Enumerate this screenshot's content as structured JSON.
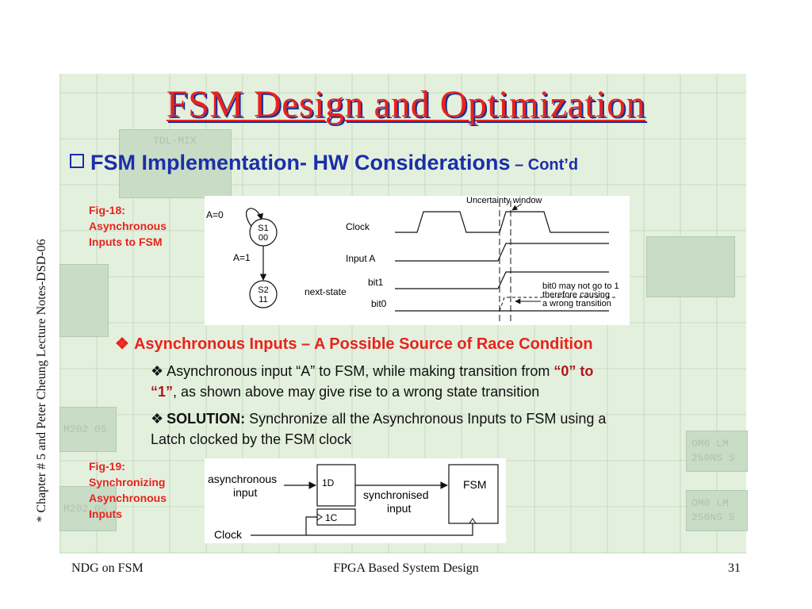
{
  "slide": {
    "title": "FSM Design and Optimization",
    "subtitle_main": "FSM Implementation- HW Considerations",
    "subtitle_suffix": " – Cont’d",
    "side_note": "* Chapter # 5 and Peter Cheung Lecture Notes-DSD-06",
    "footer_left": "NDG on FSM",
    "footer_center": "FPGA Based System Design",
    "footer_right": "31"
  },
  "fig18": {
    "label_lines": [
      "Fig-18:",
      "Asynchronous",
      "Inputs to FSM"
    ],
    "state_a0": "A=0",
    "state_a1": "A=1",
    "s1_name": "S1",
    "s1_code": "00",
    "s2_name": "S2",
    "s2_code": "11",
    "uncertainty": "Uncertainty window",
    "clock": "Clock",
    "input_a": "Input A",
    "next_state": "next-state",
    "bit1": "bit1",
    "bit0": "bit0",
    "note_line1": "bit0 may not go to 1",
    "note_line2": "therefore causing",
    "note_line3": "a wrong transition"
  },
  "bullets": {
    "main": "Asynchronous Inputs – A Possible Source of Race Condition",
    "sub1_text": "Asynchronous input “A” to FSM, while making transition from ",
    "sub1_highlight_a": "“0” to",
    "sub1_highlight_b": "“1”",
    "sub1_rest": ", as shown above may give rise to a wrong state transition",
    "sub2_bold": "SOLUTION:",
    "sub2_text": " Synchronize all the Asynchronous Inputs to FSM using a",
    "sub2_line2": "Latch clocked by the FSM clock"
  },
  "fig19": {
    "label_lines": [
      "Fig-19:",
      "Synchronizing",
      "Asynchronous",
      "Inputs"
    ],
    "async_input_1": "asynchronous",
    "async_input_2": "input",
    "latch_d": "1D",
    "latch_c": "1C",
    "sync_1": "synchronised",
    "sync_2": "input",
    "fsm": "FSM",
    "clock": "Clock"
  },
  "background_chips": [
    "TDL-MIX",
    "M202 0S",
    "M202 0S",
    "OM0 LM",
    "250NS S",
    "OM0 LM",
    "250NS S"
  ]
}
